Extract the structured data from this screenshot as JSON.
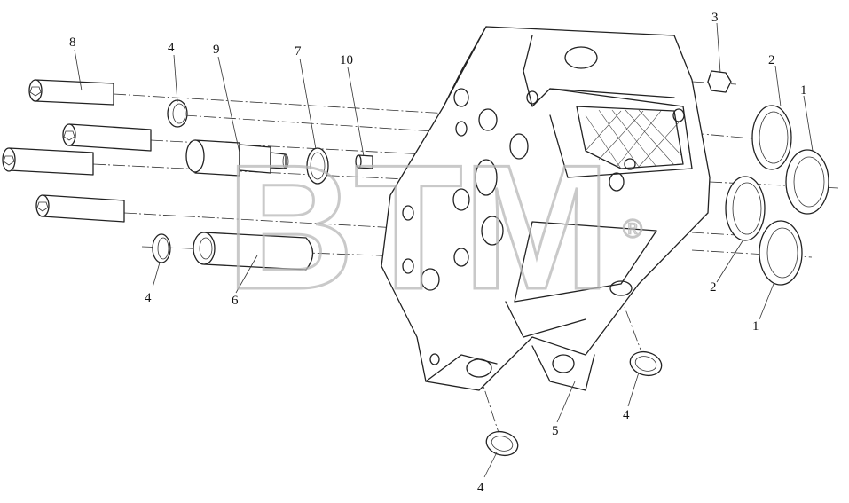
{
  "watermark": {
    "text": "BTM",
    "mark": "®"
  },
  "callouts": [
    {
      "id": "c8",
      "label": "8"
    },
    {
      "id": "c4a",
      "label": "4"
    },
    {
      "id": "c9",
      "label": "9"
    },
    {
      "id": "c7",
      "label": "7"
    },
    {
      "id": "c10",
      "label": "10"
    },
    {
      "id": "c3",
      "label": "3"
    },
    {
      "id": "c2a",
      "label": "2"
    },
    {
      "id": "c1a",
      "label": "1"
    },
    {
      "id": "c4b",
      "label": "4"
    },
    {
      "id": "c6",
      "label": "6"
    },
    {
      "id": "c2b",
      "label": "2"
    },
    {
      "id": "c1b",
      "label": "1"
    },
    {
      "id": "c5",
      "label": "5"
    },
    {
      "id": "c4c",
      "label": "4"
    },
    {
      "id": "c4d",
      "label": "4"
    }
  ]
}
